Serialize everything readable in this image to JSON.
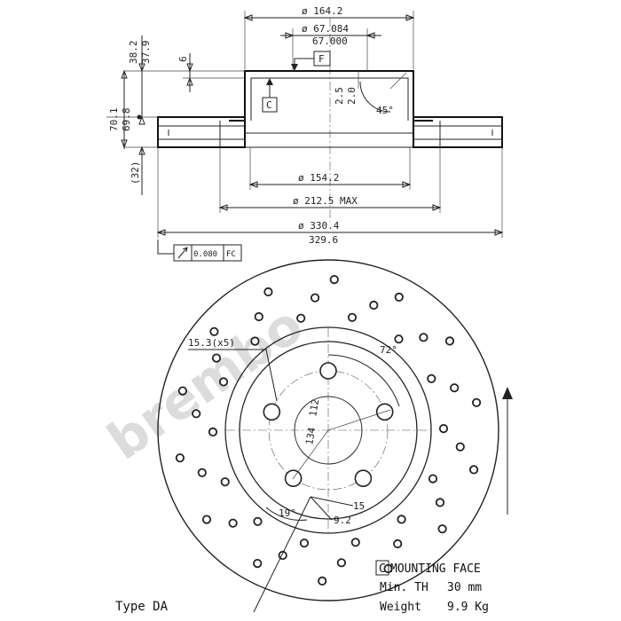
{
  "drawing": {
    "type_label": "Type DA",
    "watermark": "brembo",
    "section_dims": {
      "d_164_2": "ø 164.2",
      "d_67_084": "ø 67.084",
      "d_67_000": "67.000",
      "d_154_2": "ø 154.2",
      "d_212_5": "ø 212.5 MAX",
      "d_330_4": "ø 330.4",
      "d_329_6": "329.6",
      "h_38_2": "38.2",
      "h_37_9": "37.9",
      "h_6": "6",
      "h_70_1": "70.1",
      "h_69_8": "69.8",
      "h_2_5": "2.5",
      "h_2_0": "2.0",
      "angle_45": "45°",
      "h_32": "(32)",
      "datum_f": "F",
      "datum_c": "C",
      "runout_value": "0.080",
      "runout_ref": "FC"
    },
    "front_dims": {
      "bolt_holes": "15.3(x5)",
      "angle_72": "72°",
      "pcd_112": "112",
      "d_134": "134",
      "angle_19": "19°",
      "d_15": "15",
      "d_9_2": "9.2"
    },
    "legend": {
      "c_box": "C",
      "mounting_face": "MOUNTING FACE",
      "min_th_label": "Min. TH",
      "min_th_value": "30 mm",
      "weight_label": "Weight",
      "weight_value": "9.9 Kg"
    }
  }
}
